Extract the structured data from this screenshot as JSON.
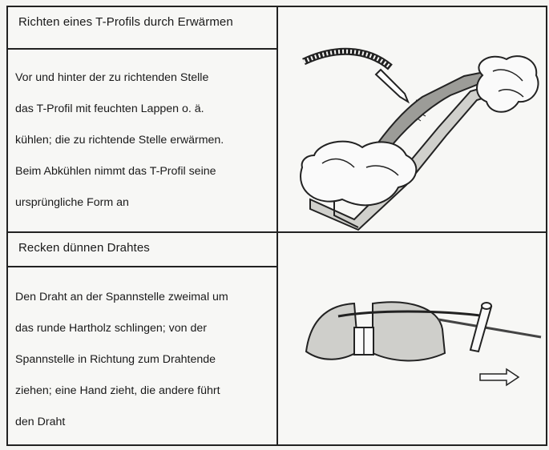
{
  "sections": [
    {
      "title": "Richten eines T-Profils durch Erwärmen",
      "lines": [
        "Vor und hinter der zu richtenden Stelle",
        "das T-Profil mit feuchten Lappen o. ä.",
        "kühlen; die zu richtende Stelle erwärmen.",
        "Beim Abkühlen nimmt das T-Profil seine",
        "ursprüngliche Form an"
      ],
      "illustration": "welding-torch-heating-t-profile"
    },
    {
      "title": "Recken dünnen Drahtes",
      "lines": [
        "Den Draht an der Spannstelle zweimal um",
        "das runde Hartholz schlingen; von der",
        "Spannstelle in Richtung zum Drahtende",
        "ziehen; eine Hand zieht, die andere führt",
        "den Draht"
      ],
      "illustration": "wire-stretching-vise-round-hardwood"
    }
  ]
}
